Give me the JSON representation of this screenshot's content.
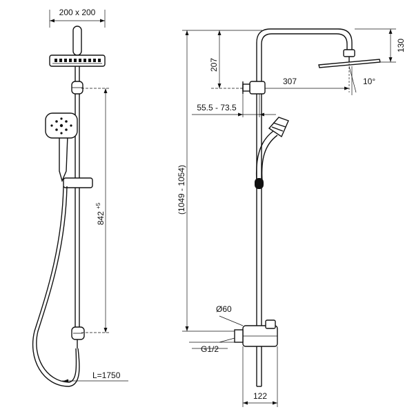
{
  "dimensions": {
    "head_size": "200 x 200",
    "rail_height": "842",
    "rail_tolerance": "+5",
    "hose_length": "L=1750",
    "total_height": "(1049 - 1054)",
    "arm_height": "207",
    "head_offset": "130",
    "arm_reach": "307",
    "tilt_angle": "10°",
    "wall_distance": "55.5 - 73.5",
    "inlet_diameter": "Ø60",
    "thread_size": "G1/2",
    "inlet_spacing": "122"
  }
}
